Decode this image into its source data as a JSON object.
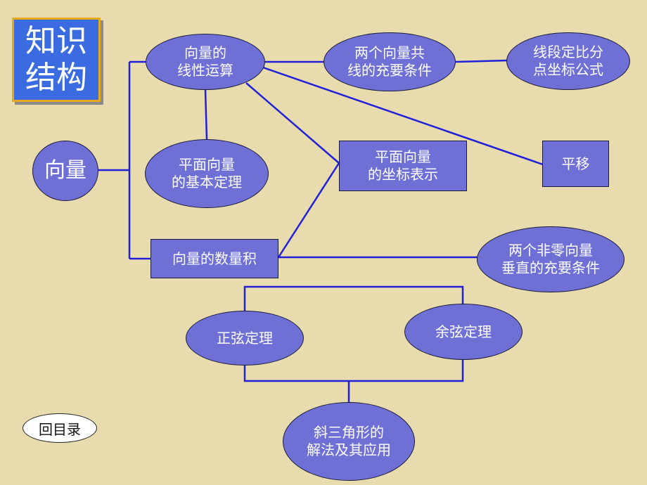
{
  "title": "知识\n结构",
  "nodes": {
    "xiangliang": "向量",
    "xianxing": "向量的\n线性运算",
    "gongxian": "两个向量共\n线的充要条件",
    "xianduan": "线段定比分\n点坐标公式",
    "jiben": "平面向量\n的基本定理",
    "zuobiao": "平面向量\n的坐标表示",
    "pingyi": "平移",
    "shuliangji": "向量的数量积",
    "chuizhi": "两个非零向量\n垂直的充要条件",
    "zhengxian": "正弦定理",
    "yuxian": "余弦定理",
    "xiesanjiao": "斜三角形的\n解法及其应用"
  },
  "nav": {
    "back": "回目录"
  },
  "colors": {
    "background": "#e8dcae",
    "node_fill": "#6f70d6",
    "line": "#2020d8",
    "title_fill": "#3a6be0",
    "title_border": "#e6a91b"
  }
}
